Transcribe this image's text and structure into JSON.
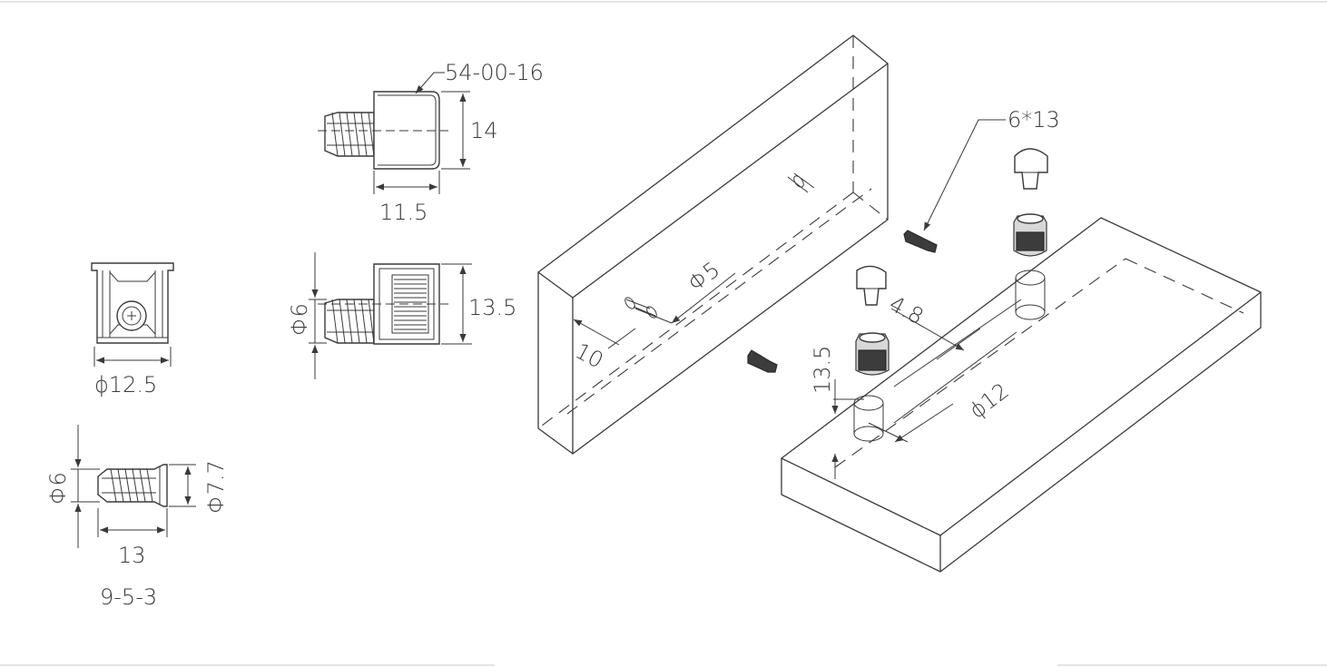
{
  "labels": {
    "part_code_top": "54-00-16",
    "height_14": "14",
    "width_11_5": "11.5",
    "dia_6_side": "Φ6",
    "height_13_5_side": "13.5",
    "dia_12_5": "ϕ12.5",
    "screw_dia_6": "Φ6",
    "screw_dia_7_7": "Φ7.7",
    "screw_len_13": "13",
    "screw_code": "9-5-3",
    "screw_spec": "6*13",
    "dowel_dia_5": "Φ5",
    "offset_10": "10",
    "offset_4_8": "4.8",
    "depth_13_5": "13.5",
    "bore_dia_12": "ϕ12"
  }
}
